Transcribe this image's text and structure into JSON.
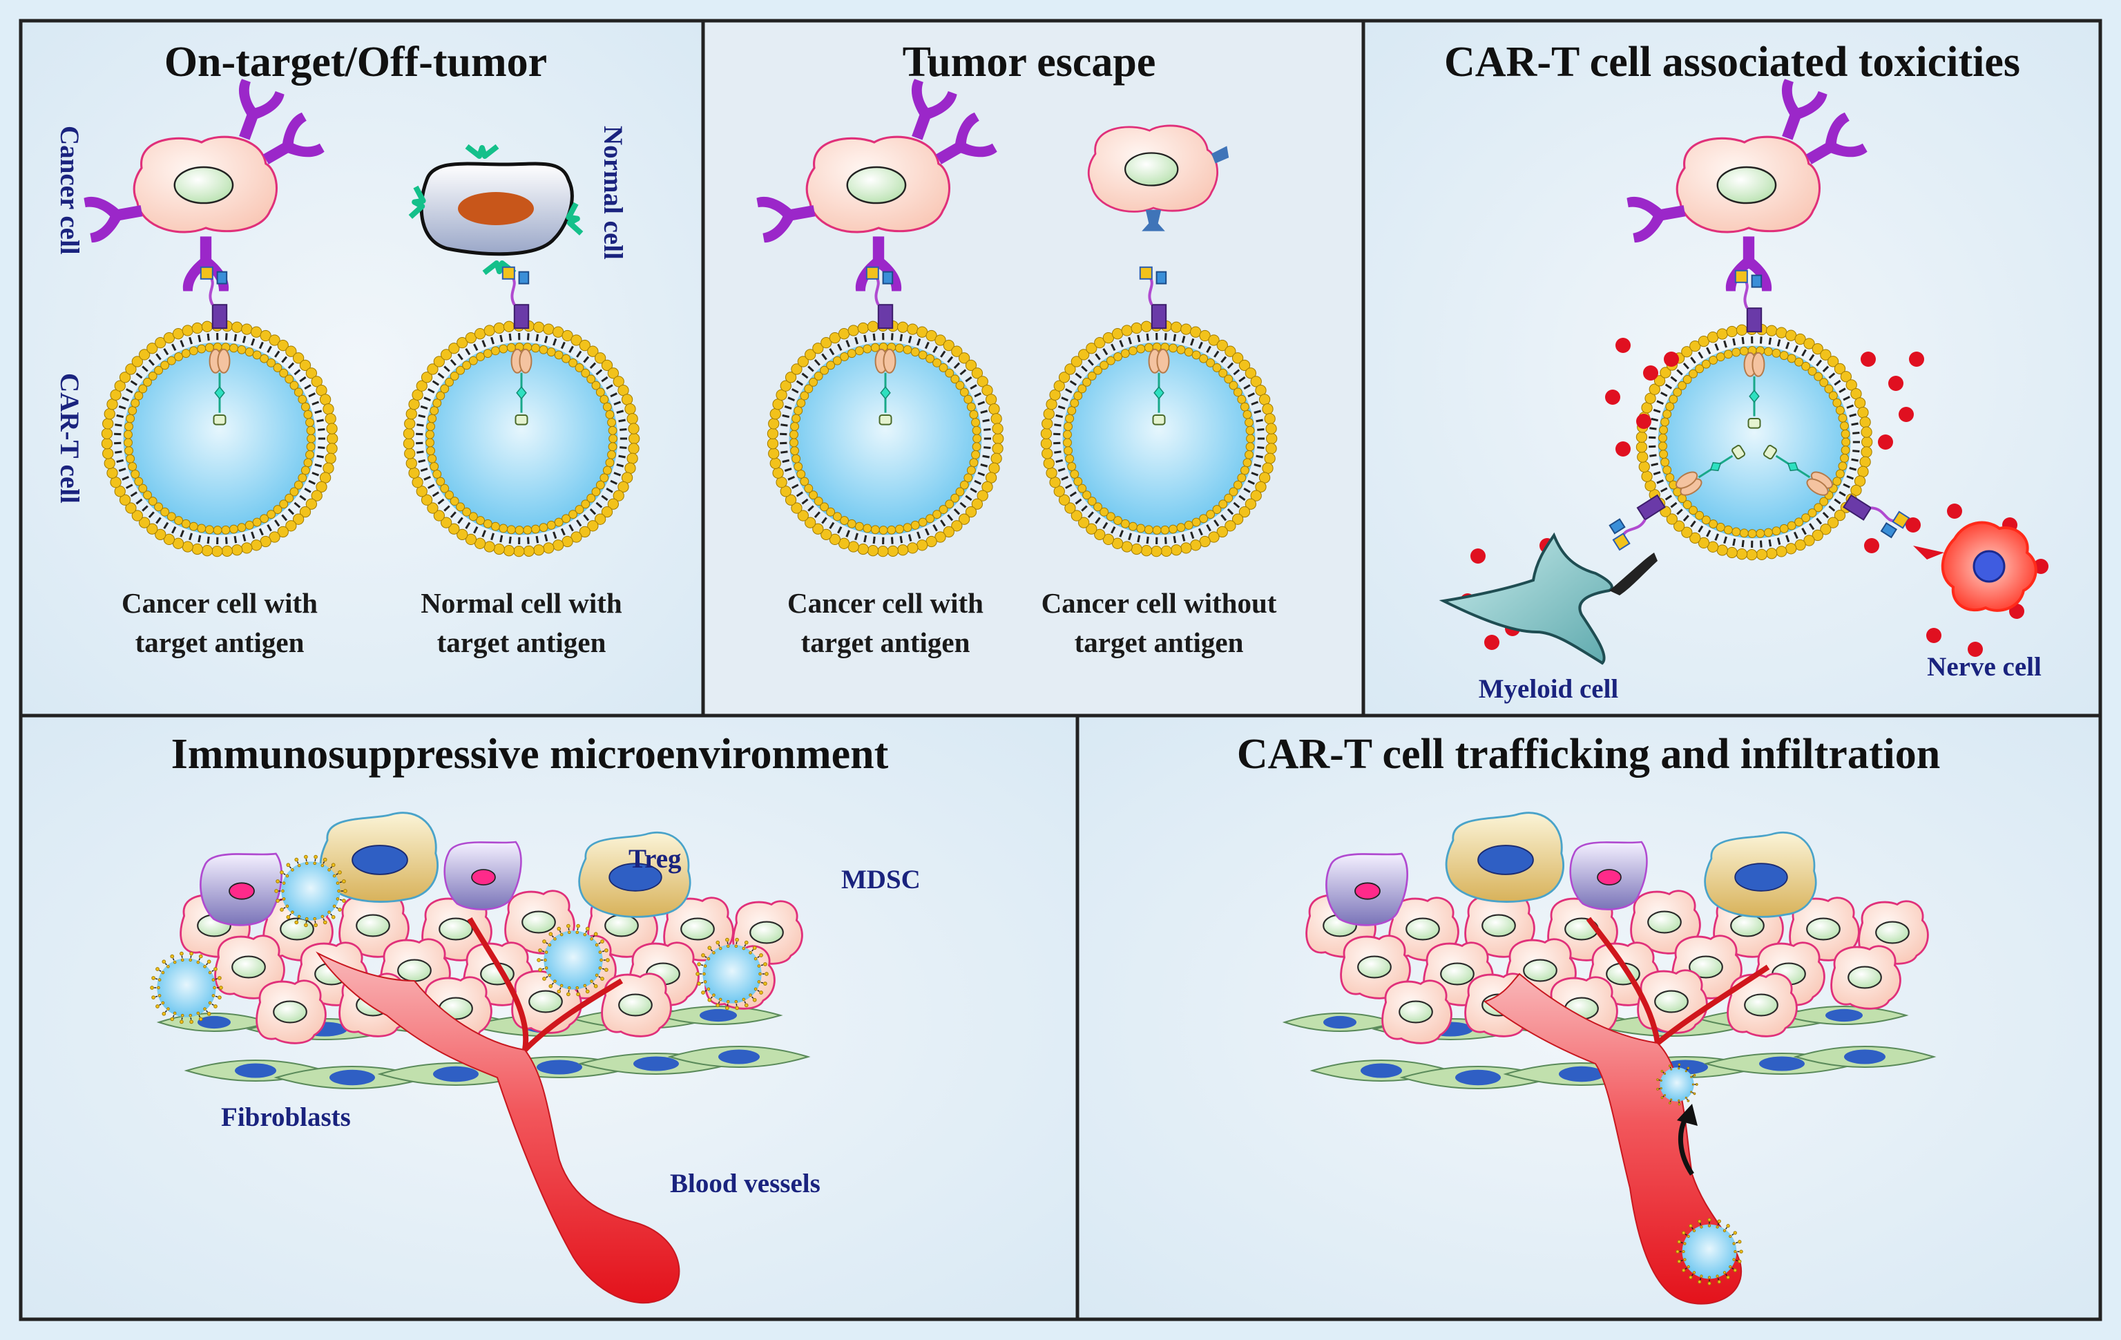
{
  "panels": {
    "on_target": {
      "title": "On-target/Off-tumor",
      "label_cancer_cell": "Cancer cell",
      "label_normal_cell": "Normal cell",
      "label_cart": "CAR-T cell",
      "caption_left_1": "Cancer cell with",
      "caption_left_2": "target antigen",
      "caption_right_1": "Normal cell with",
      "caption_right_2": "target antigen"
    },
    "tumor_escape": {
      "title": "Tumor escape",
      "caption_left_1": "Cancer cell with",
      "caption_left_2": "target antigen",
      "caption_right_1": "Cancer cell without",
      "caption_right_2": "target antigen"
    },
    "toxicities": {
      "title": "CAR-T cell associated toxicities",
      "label_myeloid": "Myeloid cell",
      "label_nerve": "Nerve cell"
    },
    "immunosuppressive": {
      "title": "Immunosuppressive microenvironment",
      "label_treg": "Treg",
      "label_mdsc": "MDSC",
      "label_fibroblasts": "Fibroblasts",
      "label_vessels": "Blood vessels"
    },
    "trafficking": {
      "title": "CAR-T cell trafficking and infiltration"
    }
  },
  "colors": {
    "background": "#dfeef8",
    "border": "#222222",
    "cart_fill": "#8fd3f4",
    "membrane": "#f2c21b",
    "cancer_fill": "#fde3dc",
    "cancer_edge": "#e0307a",
    "antigen": "#9b27c9",
    "vessel": "#e8222c",
    "fibroblast": "#b7d9a8",
    "fibro_nucleus": "#2f5fc4",
    "cytokine": "#e01020",
    "label_blue": "#1a237e"
  }
}
